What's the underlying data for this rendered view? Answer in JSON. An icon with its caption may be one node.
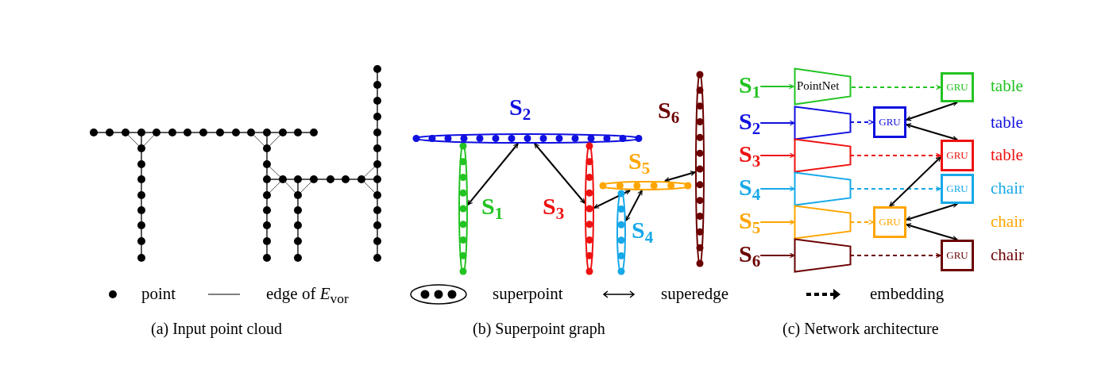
{
  "diagram": {
    "nodes": [
      {
        "text": [
          "S$_{1}$"
        ]
      },
      {
        "text": [
          "S$_{2}$"
        ]
      },
      {
        "text": [
          "S$_{3}$"
        ]
      },
      {
        "text": [
          "S$_{4}$"
        ]
      },
      {
        "text": [
          "S$_{5}$"
        ]
      },
      {
        "text": [
          "S$_{6}$"
        ]
      },
      {
        "text": [
          "S$_{1}$"
        ]
      },
      {
        "text": [
          "S$_{2}$"
        ]
      },
      {
        "text": [
          "S$_{3}$"
        ]
      },
      {
        "text": [
          "S$_{4}$"
        ]
      },
      {
        "text": [
          "S$_{5}$"
        ]
      },
      {
        "text": [
          "S$_{6}$"
        ]
      },
      {
        "text": [
          "PointNet"
        ]
      },
      {
        "text": [],
        "shape": "trapezoid"
      },
      {
        "text": [],
        "shape": "trapezoid"
      },
      {
        "text": [],
        "shape": "trapezoid"
      },
      {
        "text": [],
        "shape": "trapezoid"
      },
      {
        "text": [],
        "shape": "trapezoid"
      },
      {
        "text": [
          "GRU"
        ]
      },
      {
        "text": [
          "GRU"
        ]
      },
      {
        "text": [
          "GRU"
        ]
      },
      {
        "text": [
          "GRU"
        ]
      },
      {
        "text": [
          "GRU"
        ]
      },
      {
        "text": [
          "GRU"
        ]
      }
    ],
    "edges": [
      {
        "from": 0,
        "to": 1,
        "arrow": "both"
      },
      {
        "from": 1,
        "to": 2,
        "arrow": "both"
      },
      {
        "from": 2,
        "to": 4,
        "arrow": "both"
      },
      {
        "from": 3,
        "to": 4,
        "arrow": "both"
      },
      {
        "from": 4,
        "to": 5,
        "arrow": "both"
      },
      {
        "from": 6,
        "to": 12,
        "arrow": "to",
        "color": "#22c322"
      },
      {
        "from": 7,
        "to": 13,
        "arrow": "to",
        "color": "#1010e0"
      },
      {
        "from": 8,
        "to": 14,
        "arrow": "to",
        "color": "#ee1111"
      },
      {
        "from": 9,
        "to": 15,
        "arrow": "to",
        "color": "#16a8e8"
      },
      {
        "from": 10,
        "to": 16,
        "arrow": "to",
        "color": "#ffa500"
      },
      {
        "from": 11,
        "to": 17,
        "arrow": "to",
        "color": "#6b0000"
      },
      {
        "from": 12,
        "to": 18,
        "arrow": "to",
        "style": "dashed",
        "color": "#22c322"
      },
      {
        "from": 13,
        "to": 19,
        "arrow": "to",
        "style": "dashed",
        "color": "#1010e0"
      },
      {
        "from": 14,
        "to": 20,
        "arrow": "to",
        "style": "dashed",
        "color": "#ee1111"
      },
      {
        "from": 15,
        "to": 21,
        "arrow": "to",
        "style": "dashed",
        "color": "#16a8e8"
      },
      {
        "from": 16,
        "to": 22,
        "arrow": "to",
        "style": "dashed",
        "color": "#ffa500"
      },
      {
        "from": 17,
        "to": 23,
        "arrow": "to",
        "style": "dashed",
        "color": "#6b0000"
      },
      {
        "from": 18,
        "to": 19,
        "arrow": "both"
      },
      {
        "from": 19,
        "to": 20,
        "arrow": "both"
      },
      {
        "from": 20,
        "to": 22,
        "arrow": "both"
      },
      {
        "from": 21,
        "to": 22,
        "arrow": "both"
      },
      {
        "from": 22,
        "to": 23,
        "arrow": "both"
      }
    ],
    "labels": [
      "table",
      "table",
      "table",
      "chair",
      "chair",
      "chair",
      "(a) Input point cloud",
      "(b) Superpoint graph",
      "(c) Network architecture"
    ],
    "legend": [
      {
        "text": "point"
      },
      {
        "text": "edge of *E*$_{vor}$"
      },
      {
        "text": "superpoint"
      },
      {
        "text": "superedge"
      },
      {
        "text": "embedding"
      }
    ]
  }
}
